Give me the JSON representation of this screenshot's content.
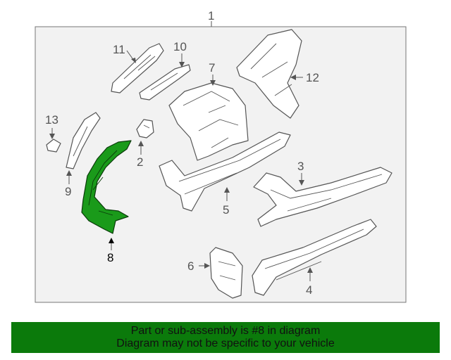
{
  "diagram": {
    "callouts": {
      "c1": "1",
      "c2": "2",
      "c3": "3",
      "c4": "4",
      "c5": "5",
      "c6": "6",
      "c7": "7",
      "c8": "8",
      "c9": "9",
      "c10": "10",
      "c11": "11",
      "c12": "12",
      "c13": "13"
    },
    "highlight_color": "#1a9a1a"
  },
  "banner": {
    "line1": "Part or sub-assembly is #8 in diagram",
    "line2": "Diagram may not be specific to your vehicle",
    "background": "#0b7a0b"
  }
}
